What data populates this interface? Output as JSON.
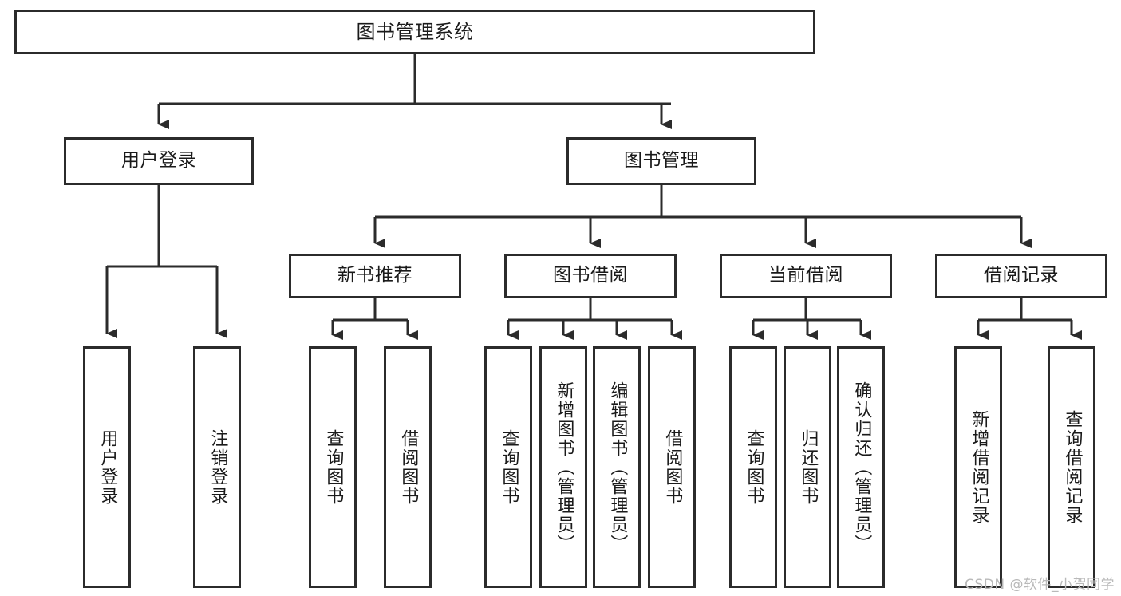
{
  "diagram": {
    "title": "图书管理系统",
    "type": "tree-hierarchy-diagram",
    "colors": {
      "stroke": "#2b2b2b",
      "fill": "#ffffff",
      "text": "#1a1a1a",
      "watermark": "#b9b9b9"
    },
    "root": {
      "label": "图书管理系统"
    },
    "level2": [
      {
        "label": "用户登录"
      },
      {
        "label": "图书管理"
      }
    ],
    "level3": [
      {
        "label": "新书推荐"
      },
      {
        "label": "图书借阅"
      },
      {
        "label": "当前借阅"
      },
      {
        "label": "借阅记录"
      }
    ],
    "leaves": {
      "user_login": [
        {
          "label": "用户登录"
        },
        {
          "label": "注销登录"
        }
      ],
      "new_book_recommend": [
        {
          "label": "查询图书"
        },
        {
          "label": "借阅图书"
        }
      ],
      "book_borrow": [
        {
          "label": "查询图书"
        },
        {
          "label": "新增图书（管理员）"
        },
        {
          "label": "编辑图书（管理员）"
        },
        {
          "label": "借阅图书"
        }
      ],
      "current_borrow": [
        {
          "label": "查询图书"
        },
        {
          "label": "归还图书"
        },
        {
          "label": "确认归还（管理员）"
        }
      ],
      "borrow_record": [
        {
          "label": "新增借阅记录"
        },
        {
          "label": "查询借阅记录"
        }
      ]
    }
  },
  "watermark": {
    "text": "CSDN @软件_小贺同学"
  }
}
